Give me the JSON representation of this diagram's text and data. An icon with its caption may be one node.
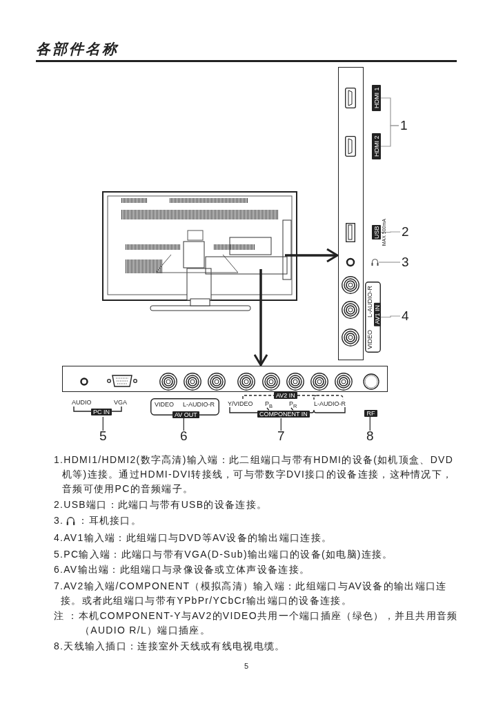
{
  "diagram": {
    "nodes": [
      {
        "text": [],
        "shape": "picture"
      },
      {
        "text": [],
        "shape": "box"
      },
      {
        "text": [],
        "shape": "box"
      },
      {
        "text": [
          "HDMI 1"
        ]
      },
      {
        "text": [
          "HDMI 2"
        ]
      },
      {
        "text": [
          "1"
        ]
      },
      {
        "text": [
          "USB"
        ],
        "beside": [
          "MAX 500mA"
        ]
      },
      {
        "text": [
          "2"
        ]
      },
      {
        "text": [],
        "shape": "headphones"
      },
      {
        "text": [
          "3"
        ]
      },
      {
        "text": [
          "VIDEO",
          "L-AUDIO-R",
          "AV1 IN"
        ]
      },
      {
        "text": [
          "4"
        ]
      },
      {
        "text": [
          "AUDIO",
          "VGA",
          "PC IN"
        ]
      },
      {
        "text": [
          "5"
        ]
      },
      {
        "text": [
          "VIDEO",
          "L-AUDIO-R",
          "AV OUT"
        ]
      },
      {
        "text": [
          "6"
        ]
      },
      {
        "text": [
          "AV2 IN",
          "Y/VIDEO",
          "P$_{B}$",
          "P$_{R}$",
          "L-AUDIO-R",
          "COMPONENT IN"
        ]
      },
      {
        "text": [
          "7"
        ]
      },
      {
        "text": [
          "RF"
        ]
      },
      {
        "text": [
          "8"
        ]
      }
    ],
    "edges": [
      {
        "from": 0,
        "to": 1,
        "arrow": "to",
        "style": "thick",
        "color": "#222222"
      },
      {
        "from": 0,
        "to": 2,
        "arrow": "to",
        "style": "thick",
        "color": "#222222"
      },
      {
        "from": 5,
        "to": 3,
        "arrow": "none",
        "color": "#999999"
      },
      {
        "from": 5,
        "to": 4,
        "arrow": "none",
        "color": "#999999"
      },
      {
        "from": 7,
        "to": 6,
        "arrow": "none",
        "color": "#999999"
      },
      {
        "from": 9,
        "to": 8,
        "arrow": "none",
        "color": "#999999"
      },
      {
        "from": 11,
        "to": 10,
        "arrow": "none",
        "color": "#999999"
      },
      {
        "from": 13,
        "to": 12,
        "arrow": "none"
      },
      {
        "from": 15,
        "to": 14,
        "arrow": "none"
      },
      {
        "from": 17,
        "to": 16,
        "arrow": "none"
      },
      {
        "from": 19,
        "to": 18,
        "arrow": "none"
      }
    ],
    "labels": [
      "各部件名称",
      "1.HDMI1/HDMI2(数字高清)输入端：此二组端口与带有HDMI的设备(如机顶盒、DVD机等)连接。通过HDMI-DVI转接线，可与带数字DVI接口的设备连接，这种情况下，音频可使用PC的音频端子。",
      "2.USB端口：此端口与带有USB的设备连接。",
      "3.",
      "：耳机接口。",
      "4.AV1输入端：此组端口与DVD等AV设备的输出端口连接。",
      "5.PC输入端：此端口与带有VGA(D-Sub)输出端口的设备(如电脑)连接。",
      "6.AV输出端：此组端口与录像设备或立体声设备连接。",
      "7.AV2输入端/COMPONENT（模拟高清）输入端：此组端口与AV设备的输出端口连接。或者此组端口与带有YPbPr/YCbCr输出端口的设备连接。",
      "注 ：本机COMPONENT-Y与AV2的VIDEO共用一个端口插座（绿色），并且共用音频（AUDIO R/L）端口插座。",
      "8.天线输入插口：连接室外天线或有线电视电缆。",
      "5"
    ]
  }
}
